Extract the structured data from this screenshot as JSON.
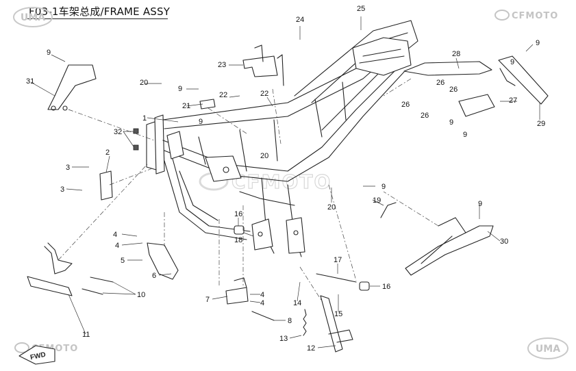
{
  "header": {
    "title": "F03-1车架总成/FRAME ASSY"
  },
  "logos": {
    "top_left": "UMA",
    "top_right": "CFMOTO",
    "bottom_left": "CFMOTO",
    "bottom_right": "UMA",
    "watermark": "CFMOTO",
    "fwd_badge": "FWD"
  },
  "callouts": [
    {
      "id": "c1",
      "text": "1"
    },
    {
      "id": "c2",
      "text": "2"
    },
    {
      "id": "c3a",
      "text": "3"
    },
    {
      "id": "c3b",
      "text": "3"
    },
    {
      "id": "c4a",
      "text": "4"
    },
    {
      "id": "c4b",
      "text": "4"
    },
    {
      "id": "c4c",
      "text": "4"
    },
    {
      "id": "c4d",
      "text": "4"
    },
    {
      "id": "c5",
      "text": "5"
    },
    {
      "id": "c6",
      "text": "6"
    },
    {
      "id": "c7",
      "text": "7"
    },
    {
      "id": "c8",
      "text": "8"
    },
    {
      "id": "c9a",
      "text": "9"
    },
    {
      "id": "c9b",
      "text": "9"
    },
    {
      "id": "c9c",
      "text": "9"
    },
    {
      "id": "c9d",
      "text": "9"
    },
    {
      "id": "c9e",
      "text": "9"
    },
    {
      "id": "c9f",
      "text": "9"
    },
    {
      "id": "c9g",
      "text": "9"
    },
    {
      "id": "c9h",
      "text": "9"
    },
    {
      "id": "c9i",
      "text": "9"
    },
    {
      "id": "c10",
      "text": "10"
    },
    {
      "id": "c11",
      "text": "11"
    },
    {
      "id": "c12",
      "text": "12"
    },
    {
      "id": "c13",
      "text": "13"
    },
    {
      "id": "c14",
      "text": "14"
    },
    {
      "id": "c15",
      "text": "15"
    },
    {
      "id": "c16a",
      "text": "16"
    },
    {
      "id": "c16b",
      "text": "16"
    },
    {
      "id": "c17",
      "text": "17"
    },
    {
      "id": "c18",
      "text": "18"
    },
    {
      "id": "c19",
      "text": "19"
    },
    {
      "id": "c20a",
      "text": "20"
    },
    {
      "id": "c20b",
      "text": "20"
    },
    {
      "id": "c20c",
      "text": "20"
    },
    {
      "id": "c21",
      "text": "21"
    },
    {
      "id": "c22a",
      "text": "22"
    },
    {
      "id": "c22b",
      "text": "22"
    },
    {
      "id": "c23",
      "text": "23"
    },
    {
      "id": "c24",
      "text": "24"
    },
    {
      "id": "c25",
      "text": "25"
    },
    {
      "id": "c26a",
      "text": "26"
    },
    {
      "id": "c26b",
      "text": "26"
    },
    {
      "id": "c26c",
      "text": "26"
    },
    {
      "id": "c26d",
      "text": "26"
    },
    {
      "id": "c27",
      "text": "27"
    },
    {
      "id": "c28",
      "text": "28"
    },
    {
      "id": "c29",
      "text": "29"
    },
    {
      "id": "c30",
      "text": "30"
    },
    {
      "id": "c31",
      "text": "31"
    },
    {
      "id": "c32",
      "text": "32"
    }
  ]
}
